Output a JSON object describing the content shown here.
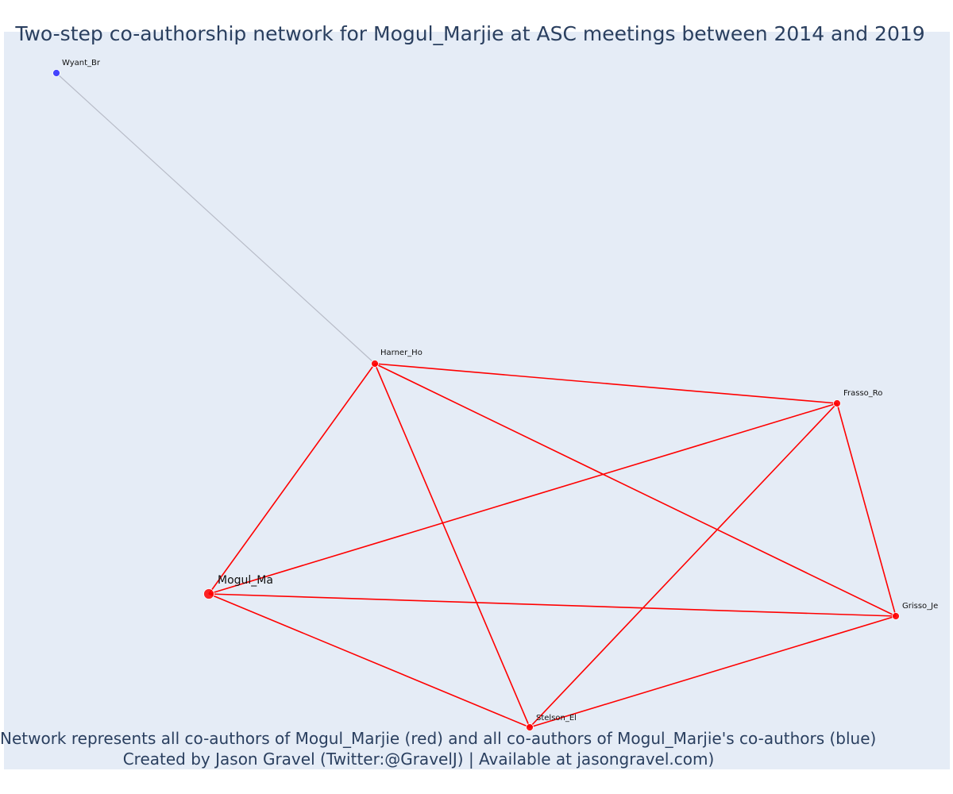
{
  "title": "Two-step co-authorship network for Mogul_Marjie at ASC meetings between 2014 and 2019",
  "footer": {
    "line1": "Network represents all co-authors of Mogul_Marjie (red) and all co-authors of Mogul_Marjie's co-authors (blue)",
    "line2": "Created by Jason Gravel (Twitter:@GravelJ) | Available at jasongravel.com)"
  },
  "colors": {
    "background": "#e5ecf6",
    "coauthor": "#ff0000",
    "second_step": "#3333ff",
    "second_step_edge": "#b8bcc8",
    "text": "#2a3f5f"
  },
  "network": {
    "focal_node": "Mogul_Ma",
    "nodes": [
      {
        "id": "Mogul_Ma",
        "group": "focal"
      },
      {
        "id": "Harner_Ho",
        "group": "coauthor"
      },
      {
        "id": "Frasso_Ro",
        "group": "coauthor"
      },
      {
        "id": "Grisso_Je",
        "group": "coauthor"
      },
      {
        "id": "Stelson_El",
        "group": "coauthor"
      },
      {
        "id": "Wyant_Br",
        "group": "second-step"
      }
    ],
    "edges": [
      [
        "Mogul_Ma",
        "Harner_Ho"
      ],
      [
        "Mogul_Ma",
        "Frasso_Ro"
      ],
      [
        "Mogul_Ma",
        "Grisso_Je"
      ],
      [
        "Mogul_Ma",
        "Stelson_El"
      ],
      [
        "Harner_Ho",
        "Frasso_Ro"
      ],
      [
        "Harner_Ho",
        "Grisso_Je"
      ],
      [
        "Harner_Ho",
        "Stelson_El"
      ],
      [
        "Frasso_Ro",
        "Grisso_Je"
      ],
      [
        "Frasso_Ro",
        "Stelson_El"
      ],
      [
        "Grisso_Je",
        "Stelson_El"
      ],
      [
        "Harner_Ho",
        "Wyant_Br"
      ]
    ]
  }
}
